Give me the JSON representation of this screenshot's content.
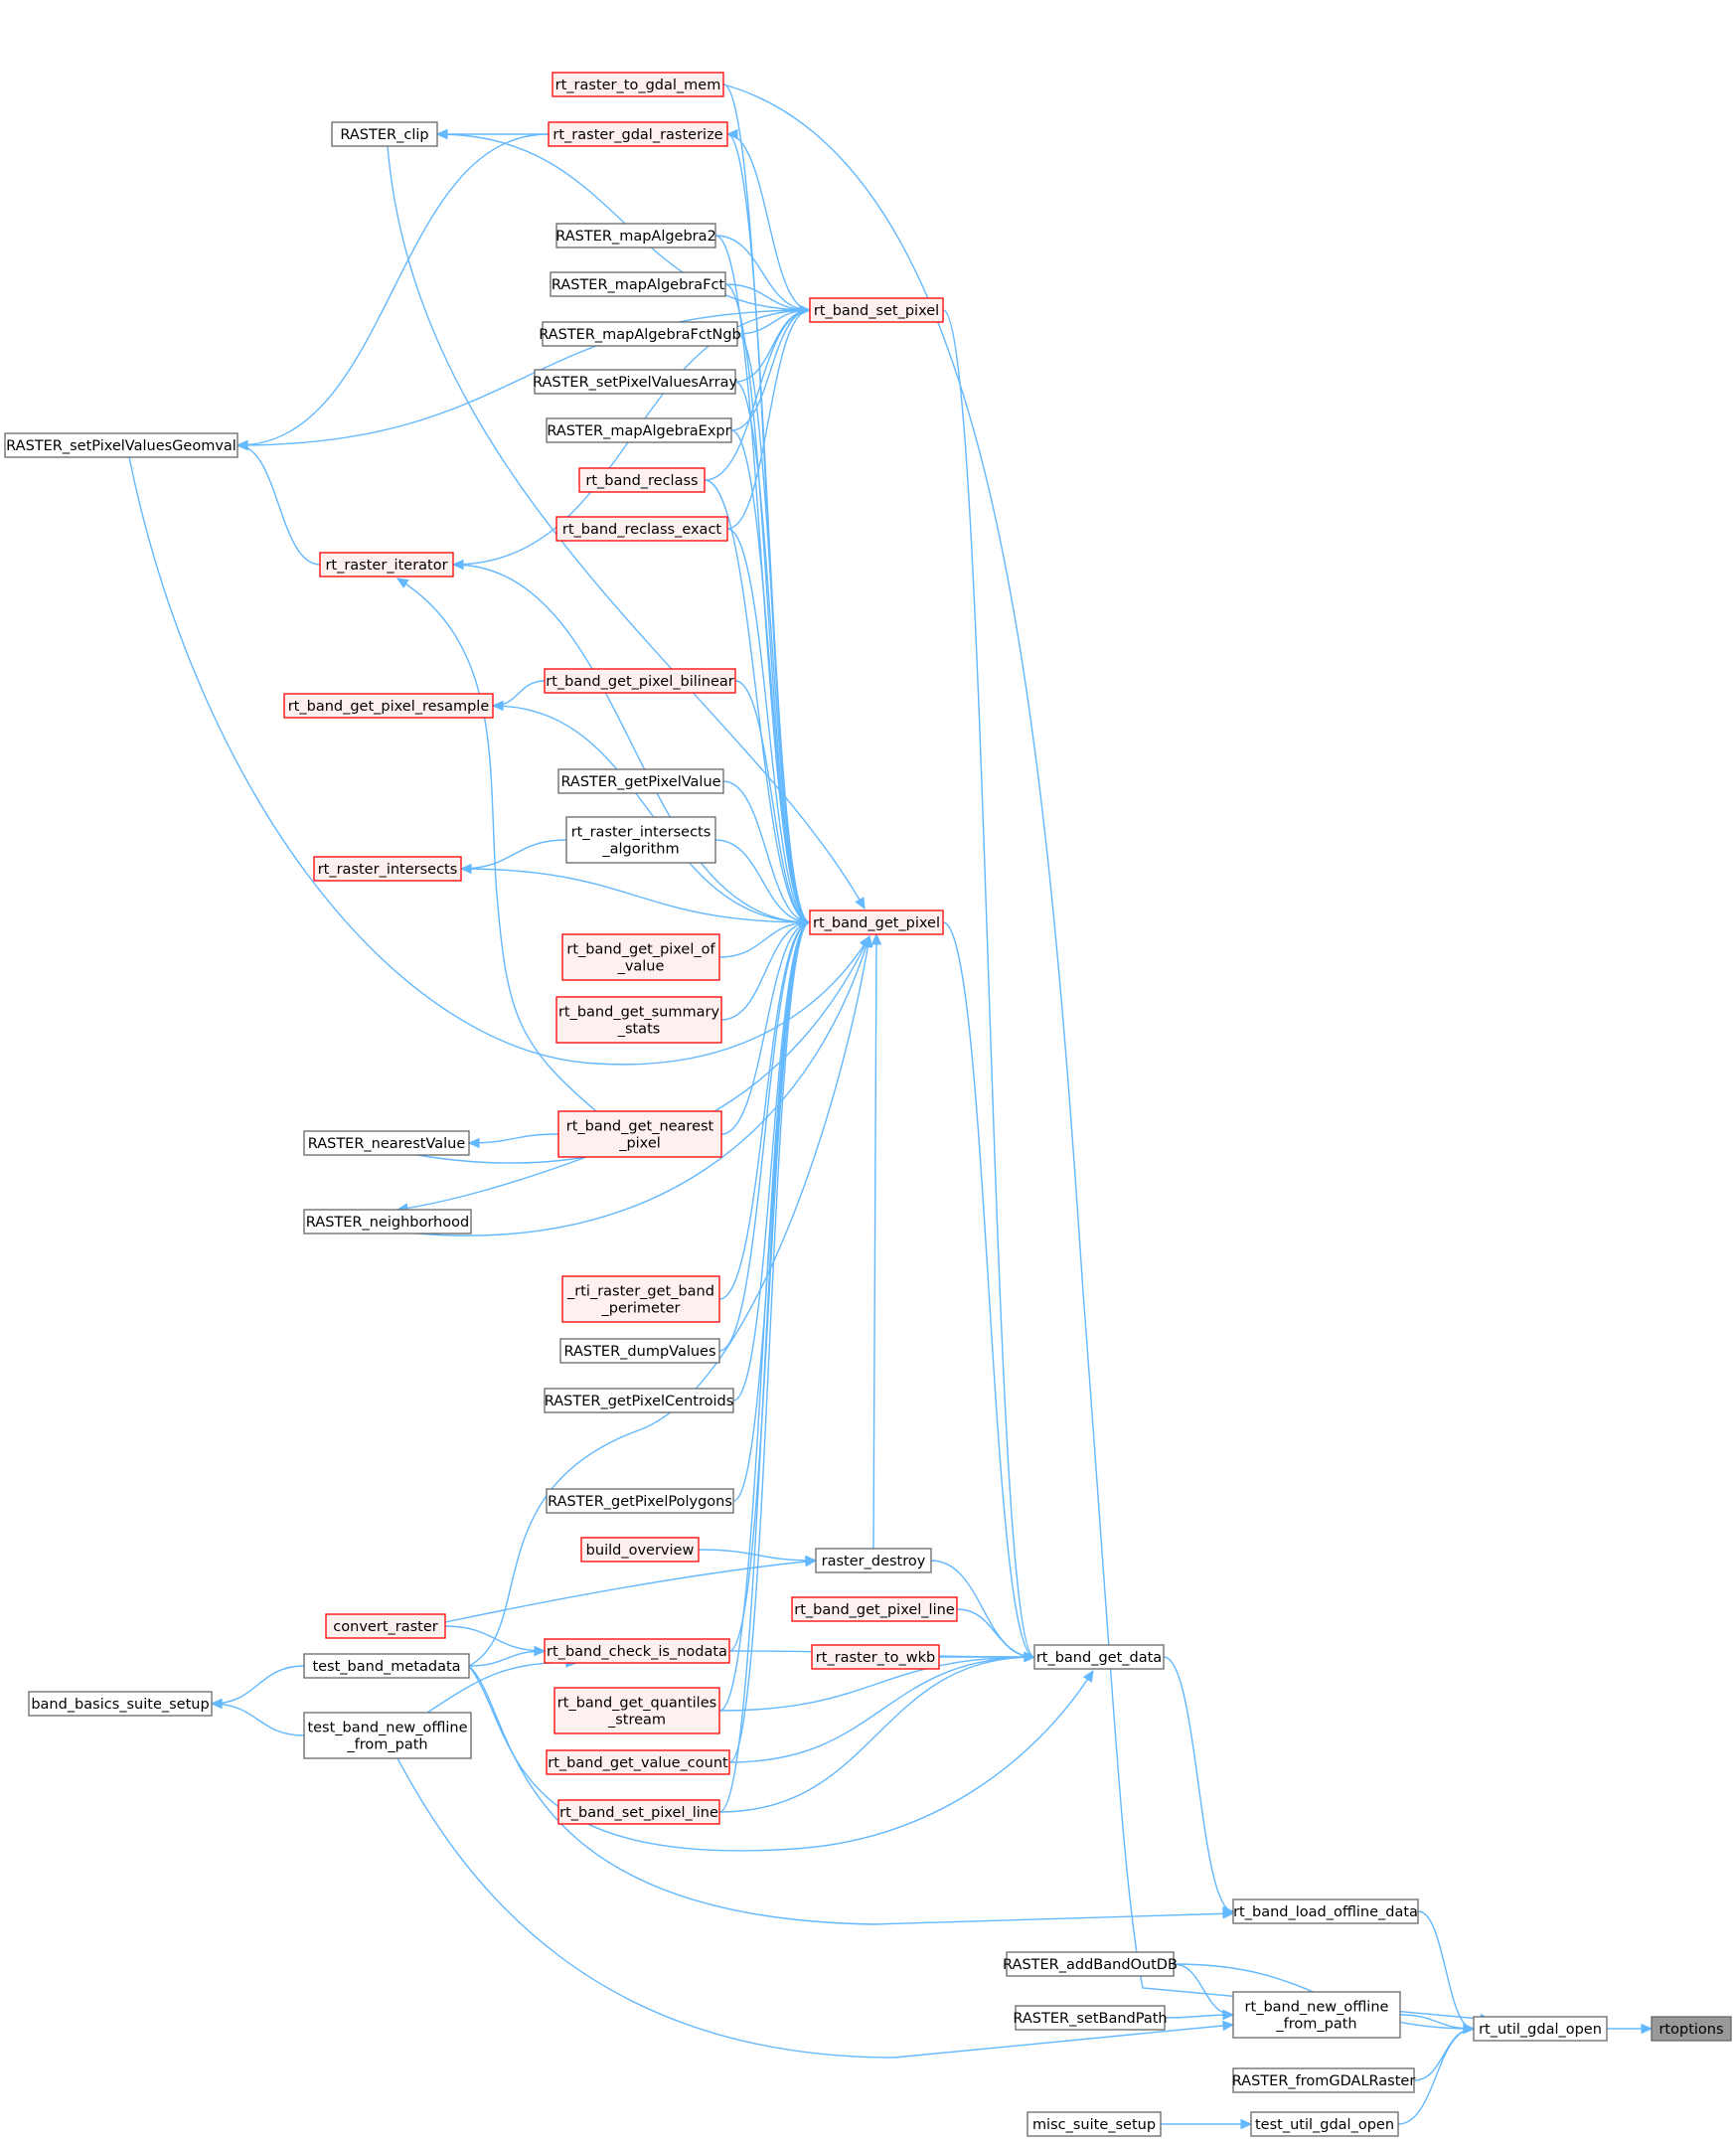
{
  "colors": {
    "edge": "#63b8ff",
    "node_border_default": "#666666",
    "node_fill_default": "#ffffff",
    "node_border_red": "#ff0000",
    "node_fill_red": "#fff0f0",
    "node_border_target": "#666666",
    "node_fill_target": "#999999"
  },
  "nodes": {
    "rtoptions": {
      "label": "rtoptions",
      "style": "target"
    },
    "rt_util_gdal_open": {
      "label": "rt_util_gdal_open",
      "style": "default"
    },
    "rt_band_load_offline_data": {
      "label": "rt_band_load_offline_data",
      "style": "default"
    },
    "rt_band_new_offline_from_path": {
      "label": "rt_band_new_offline\n_from_path",
      "style": "default"
    },
    "RASTER_addBandOutDB": {
      "label": "RASTER_addBandOutDB",
      "style": "default"
    },
    "RASTER_setBandPath": {
      "label": "RASTER_setBandPath",
      "style": "default"
    },
    "RASTER_fromGDALRaster": {
      "label": "RASTER_fromGDALRaster",
      "style": "default"
    },
    "test_util_gdal_open": {
      "label": "test_util_gdal_open",
      "style": "default"
    },
    "misc_suite_setup": {
      "label": "misc_suite_setup",
      "style": "default"
    },
    "rt_band_get_data": {
      "label": "rt_band_get_data",
      "style": "default"
    },
    "raster_destroy": {
      "label": "raster_destroy",
      "style": "default"
    },
    "rt_band_get_pixel_line": {
      "label": "rt_band_get_pixel_line",
      "style": "red"
    },
    "rt_raster_to_wkb": {
      "label": "rt_raster_to_wkb",
      "style": "red"
    },
    "rt_band_check_is_nodata": {
      "label": "rt_band_check_is_nodata",
      "style": "red"
    },
    "rt_band_get_quantiles_stream": {
      "label": "rt_band_get_quantiles\n_stream",
      "style": "red"
    },
    "rt_band_get_value_count": {
      "label": "rt_band_get_value_count",
      "style": "red"
    },
    "rt_band_set_pixel_line": {
      "label": "rt_band_set_pixel_line",
      "style": "red"
    },
    "build_overview": {
      "label": "build_overview",
      "style": "red"
    },
    "convert_raster": {
      "label": "convert_raster",
      "style": "red"
    },
    "test_band_metadata": {
      "label": "test_band_metadata",
      "style": "default"
    },
    "test_band_new_offline_from_path": {
      "label": "test_band_new_offline\n_from_path",
      "style": "default"
    },
    "band_basics_suite_setup": {
      "label": "band_basics_suite_setup",
      "style": "default"
    },
    "rt_band_get_pixel": {
      "label": "rt_band_get_pixel",
      "style": "red"
    },
    "rt_band_set_pixel": {
      "label": "rt_band_set_pixel",
      "style": "red"
    },
    "rt_raster_to_gdal_mem": {
      "label": "rt_raster_to_gdal_mem",
      "style": "red"
    },
    "rt_raster_gdal_rasterize": {
      "label": "rt_raster_gdal_rasterize",
      "style": "red"
    },
    "RASTER_clip": {
      "label": "RASTER_clip",
      "style": "default"
    },
    "RASTER_mapAlgebra2": {
      "label": "RASTER_mapAlgebra2",
      "style": "default"
    },
    "RASTER_mapAlgebraFct": {
      "label": "RASTER_mapAlgebraFct",
      "style": "default"
    },
    "RASTER_mapAlgebraFctNgb": {
      "label": "RASTER_mapAlgebraFctNgb",
      "style": "default"
    },
    "RASTER_setPixelValuesArray": {
      "label": "RASTER_setPixelValuesArray",
      "style": "default"
    },
    "RASTER_mapAlgebraExpr": {
      "label": "RASTER_mapAlgebraExpr",
      "style": "default"
    },
    "rt_band_reclass": {
      "label": "rt_band_reclass",
      "style": "red"
    },
    "rt_band_reclass_exact": {
      "label": "rt_band_reclass_exact",
      "style": "red"
    },
    "rt_raster_iterator": {
      "label": "rt_raster_iterator",
      "style": "red"
    },
    "RASTER_setPixelValuesGeomval": {
      "label": "RASTER_setPixelValuesGeomval",
      "style": "default"
    },
    "rt_band_get_pixel_bilinear": {
      "label": "rt_band_get_pixel_bilinear",
      "style": "red"
    },
    "rt_band_get_pixel_resample": {
      "label": "rt_band_get_pixel_resample",
      "style": "red"
    },
    "RASTER_getPixelValue": {
      "label": "RASTER_getPixelValue",
      "style": "default"
    },
    "rt_raster_intersects_algorithm": {
      "label": "rt_raster_intersects\n_algorithm",
      "style": "default"
    },
    "rt_raster_intersects": {
      "label": "rt_raster_intersects",
      "style": "red"
    },
    "rt_band_get_pixel_of_value": {
      "label": "rt_band_get_pixel_of\n_value",
      "style": "red"
    },
    "rt_band_get_summary_stats": {
      "label": "rt_band_get_summary\n_stats",
      "style": "red"
    },
    "rt_band_get_nearest_pixel": {
      "label": "rt_band_get_nearest\n_pixel",
      "style": "red"
    },
    "RASTER_nearestValue": {
      "label": "RASTER_nearestValue",
      "style": "default"
    },
    "RASTER_neighborhood": {
      "label": "RASTER_neighborhood",
      "style": "default"
    },
    "rti_raster_get_band_perimeter": {
      "label": "_rti_raster_get_band\n_perimeter",
      "style": "red"
    },
    "RASTER_dumpValues": {
      "label": "RASTER_dumpValues",
      "style": "default"
    },
    "RASTER_getPixelCentroids": {
      "label": "RASTER_getPixelCentroids",
      "style": "default"
    },
    "RASTER_getPixelPolygons": {
      "label": "RASTER_getPixelPolygons",
      "style": "default"
    }
  },
  "edges": [
    [
      "rt_util_gdal_open",
      "rtoptions"
    ],
    [
      "rt_band_load_offline_data",
      "rt_util_gdal_open"
    ],
    [
      "RASTER_addBandOutDB",
      "rt_util_gdal_open"
    ],
    [
      "rt_band_new_offline_from_path",
      "rt_util_gdal_open"
    ],
    [
      "RASTER_fromGDALRaster",
      "rt_util_gdal_open"
    ],
    [
      "test_util_gdal_open",
      "rt_util_gdal_open"
    ],
    [
      "rt_raster_to_gdal_mem",
      "rt_util_gdal_open"
    ],
    [
      "RASTER_addBandOutDB",
      "rt_band_new_offline_from_path"
    ],
    [
      "RASTER_setBandPath",
      "rt_band_new_offline_from_path"
    ],
    [
      "test_band_new_offline_from_path",
      "rt_band_new_offline_from_path"
    ],
    [
      "misc_suite_setup",
      "test_util_gdal_open"
    ],
    [
      "rt_band_get_data",
      "rt_band_load_offline_data"
    ],
    [
      "test_band_metadata",
      "rt_band_load_offline_data"
    ],
    [
      "raster_destroy",
      "rt_band_get_data"
    ],
    [
      "rt_band_get_pixel_line",
      "rt_band_get_data"
    ],
    [
      "rt_raster_to_wkb",
      "rt_band_get_data"
    ],
    [
      "rt_band_check_is_nodata",
      "rt_band_get_data"
    ],
    [
      "rt_band_get_quantiles_stream",
      "rt_band_get_data"
    ],
    [
      "rt_band_get_value_count",
      "rt_band_get_data"
    ],
    [
      "rt_band_set_pixel_line",
      "rt_band_get_data"
    ],
    [
      "test_band_metadata",
      "rt_band_get_data"
    ],
    [
      "rt_band_get_pixel",
      "rt_band_get_data"
    ],
    [
      "rt_band_set_pixel",
      "rt_band_get_data"
    ],
    [
      "build_overview",
      "raster_destroy"
    ],
    [
      "convert_raster",
      "raster_destroy"
    ],
    [
      "convert_raster",
      "rt_band_check_is_nodata"
    ],
    [
      "test_band_metadata",
      "rt_band_check_is_nodata"
    ],
    [
      "test_band_new_offline_from_path",
      "rt_band_check_is_nodata"
    ],
    [
      "test_band_metadata",
      "band_basics_suite_setup"
    ],
    [
      "test_band_new_offline_from_path",
      "band_basics_suite_setup"
    ],
    [
      "rt_band_check_is_nodata",
      "rt_band_get_pixel"
    ],
    [
      "rt_band_get_quantiles_stream",
      "rt_band_get_pixel"
    ],
    [
      "rt_band_get_value_count",
      "rt_band_get_pixel"
    ],
    [
      "rt_band_set_pixel_line",
      "rt_band_get_pixel"
    ],
    [
      "test_band_metadata",
      "rt_band_get_pixel"
    ],
    [
      "raster_destroy",
      "rt_band_get_pixel"
    ],
    [
      "RASTER_getPixelPolygons",
      "rt_band_get_pixel"
    ],
    [
      "RASTER_getPixelCentroids",
      "rt_band_get_pixel"
    ],
    [
      "RASTER_dumpValues",
      "rt_band_get_pixel"
    ],
    [
      "rti_raster_get_band_perimeter",
      "rt_band_get_pixel"
    ],
    [
      "RASTER_neighborhood",
      "rt_band_get_pixel"
    ],
    [
      "RASTER_nearestValue",
      "rt_band_get_pixel"
    ],
    [
      "rt_band_get_nearest_pixel",
      "rt_band_get_pixel"
    ],
    [
      "rt_band_get_summary_stats",
      "rt_band_get_pixel"
    ],
    [
      "rt_band_get_pixel_of_value",
      "rt_band_get_pixel"
    ],
    [
      "rt_raster_intersects",
      "rt_band_get_pixel"
    ],
    [
      "rt_raster_intersects_algorithm",
      "rt_band_get_pixel"
    ],
    [
      "RASTER_getPixelValue",
      "rt_band_get_pixel"
    ],
    [
      "rt_band_get_pixel_resample",
      "rt_band_get_pixel"
    ],
    [
      "rt_band_get_pixel_bilinear",
      "rt_band_get_pixel"
    ],
    [
      "rt_raster_iterator",
      "rt_band_get_pixel"
    ],
    [
      "RASTER_setPixelValuesGeomval",
      "rt_band_get_pixel"
    ],
    [
      "rt_band_reclass_exact",
      "rt_band_get_pixel"
    ],
    [
      "rt_band_reclass",
      "rt_band_get_pixel"
    ],
    [
      "RASTER_mapAlgebraExpr",
      "rt_band_get_pixel"
    ],
    [
      "RASTER_setPixelValuesArray",
      "rt_band_get_pixel"
    ],
    [
      "RASTER_mapAlgebraFctNgb",
      "rt_band_get_pixel"
    ],
    [
      "RASTER_mapAlgebraFct",
      "rt_band_get_pixel"
    ],
    [
      "RASTER_mapAlgebra2",
      "rt_band_get_pixel"
    ],
    [
      "rt_raster_gdal_rasterize",
      "rt_band_get_pixel"
    ],
    [
      "rt_raster_to_gdal_mem",
      "rt_band_get_pixel"
    ],
    [
      "RASTER_clip",
      "rt_band_get_pixel"
    ],
    [
      "rt_band_get_pixel_bilinear",
      "rt_band_get_pixel_resample"
    ],
    [
      "rt_raster_intersects_algorithm",
      "rt_raster_intersects"
    ],
    [
      "rt_band_get_nearest_pixel",
      "RASTER_nearestValue"
    ],
    [
      "rt_band_get_nearest_pixel",
      "RASTER_neighborhood"
    ],
    [
      "rt_band_get_nearest_pixel",
      "rt_raster_iterator"
    ],
    [
      "rt_raster_iterator",
      "RASTER_setPixelValuesGeomval"
    ],
    [
      "rt_raster_gdal_rasterize",
      "RASTER_setPixelValuesGeomval"
    ],
    [
      "rt_raster_gdal_rasterize",
      "RASTER_clip"
    ],
    [
      "rt_band_set_pixel",
      "RASTER_clip"
    ],
    [
      "rt_band_set_pixel",
      "RASTER_setPixelValuesGeomval"
    ],
    [
      "rt_band_set_pixel",
      "rt_raster_iterator"
    ],
    [
      "rt_band_set_pixel",
      "rt_raster_gdal_rasterize"
    ],
    [
      "RASTER_mapAlgebra2",
      "rt_band_set_pixel"
    ],
    [
      "RASTER_mapAlgebraFct",
      "rt_band_set_pixel"
    ],
    [
      "RASTER_mapAlgebraFctNgb",
      "rt_band_set_pixel"
    ],
    [
      "RASTER_setPixelValuesArray",
      "rt_band_set_pixel"
    ],
    [
      "RASTER_mapAlgebraExpr",
      "rt_band_set_pixel"
    ],
    [
      "rt_band_reclass",
      "rt_band_set_pixel"
    ],
    [
      "rt_band_reclass_exact",
      "rt_band_set_pixel"
    ]
  ]
}
